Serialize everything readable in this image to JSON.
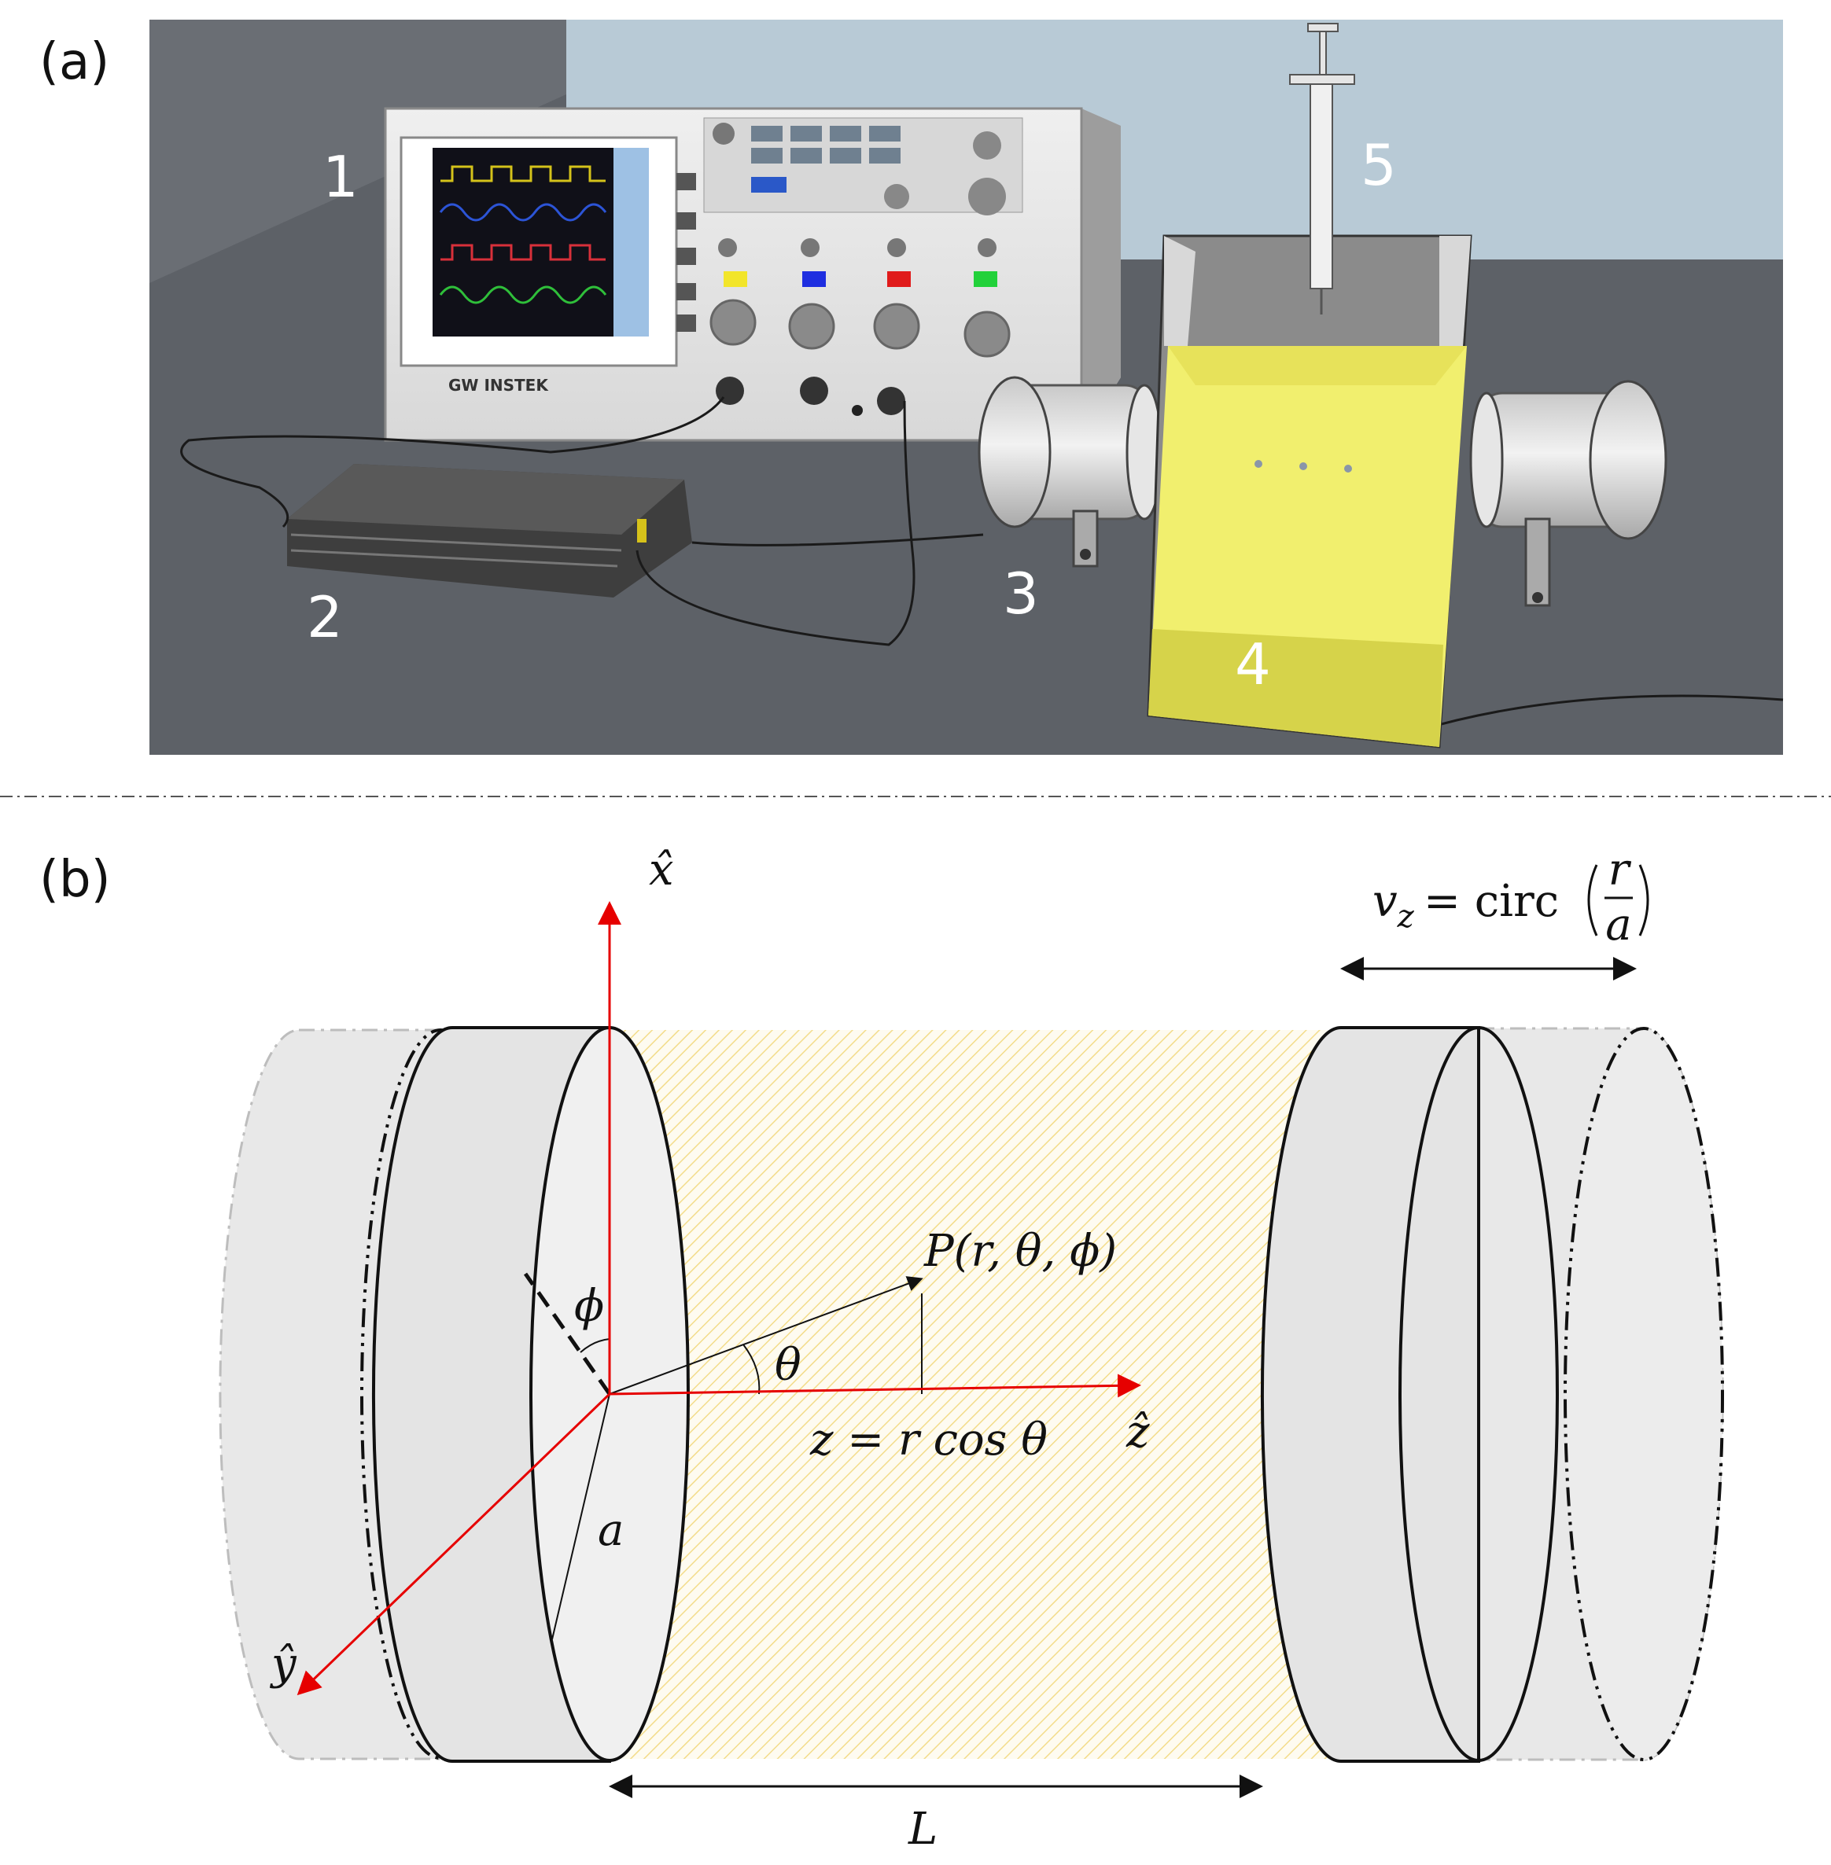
{
  "panels": {
    "a": {
      "label": "(a)"
    },
    "b": {
      "label": "(b)"
    }
  },
  "setup": {
    "numbers": [
      "1",
      "2",
      "3",
      "4",
      "5"
    ],
    "scope_brand": "GW INSTEK",
    "scope_channel_colors": [
      "#f2e52a",
      "#1e2ee0",
      "#e01b1b",
      "#22d13a"
    ],
    "liquid_color": "#f1ef6e"
  },
  "schematic": {
    "axis_x": "x̂",
    "axis_y": "ŷ",
    "axis_z": "ẑ",
    "point": "P(r, θ, ϕ)",
    "angle_theta": "θ",
    "angle_phi": "ϕ",
    "radius": "a",
    "z_relation": "z = r cos θ",
    "velocity_lhs": "v",
    "velocity_sub": "z",
    "velocity_rhs": " = circ",
    "frac_num": "r",
    "frac_den": "a",
    "length": "L",
    "axis_color": "#e60000"
  }
}
